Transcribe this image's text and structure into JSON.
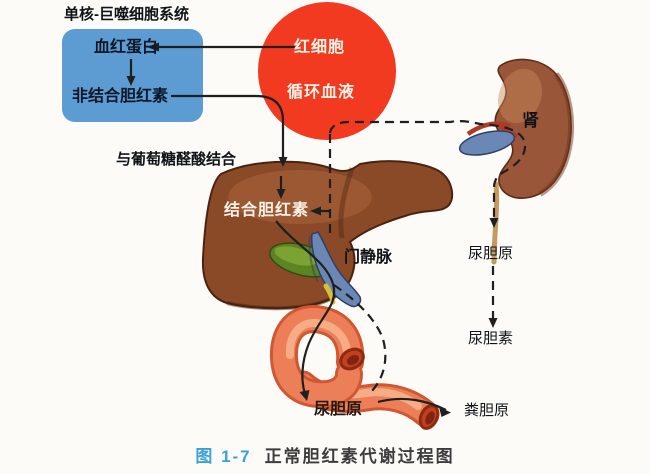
{
  "title": "单核-巨噬细胞系统",
  "mps_box": {
    "hemoglobin": "血红蛋白",
    "unconjugated_bilirubin": "非结合胆红素"
  },
  "blood_circle": {
    "rbc": "红细胞",
    "circulating_blood": "循环血液"
  },
  "labels": {
    "glucuronic": "与葡萄糖醛酸结合",
    "conjugated_bilirubin": "结合胆红素",
    "portal_vein": "门静脉",
    "kidney": "肾",
    "urine_urobilinogen": "尿胆原",
    "urobilin": "尿胆素",
    "gut_urobilinogen": "尿胆原",
    "stercobilinogen": "粪胆原"
  },
  "caption": {
    "figure_no": "图 1-7",
    "text": "正常胆红素代谢过程图"
  },
  "colors": {
    "box_blue": "#5d9cd3",
    "blood_red": "#f23a20",
    "liver_brown": "#8a4a28",
    "liver_light": "#b06a3d",
    "kidney_brown": "#9a5638",
    "kidney_light": "#c98a5c",
    "vein_blue": "#6b87b5",
    "artery_red": "#b03826",
    "gallbladder_green": "#5c8423",
    "gallbladder_light": "#85ab36",
    "bile_yellow": "#d8c032",
    "intestine_salmon": "#ec7f58",
    "intestine_dark": "#cf5832",
    "intestine_light": "#f7b28c",
    "intestine_opening": "#c1401f",
    "ureter_tan": "#c59a5c",
    "line_black": "#1f1f1f",
    "caption_blue": "#3b9fd9",
    "caption_gray": "#3c3c3c"
  }
}
